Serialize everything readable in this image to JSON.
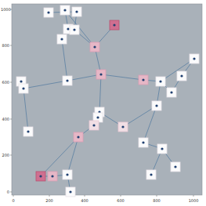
{
  "diagram": {
    "labels": [
      "1000",
      "800",
      "600",
      "400",
      "200",
      "0",
      "0",
      "200",
      "400",
      "600",
      "800",
      "1000"
    ]
  }
}
